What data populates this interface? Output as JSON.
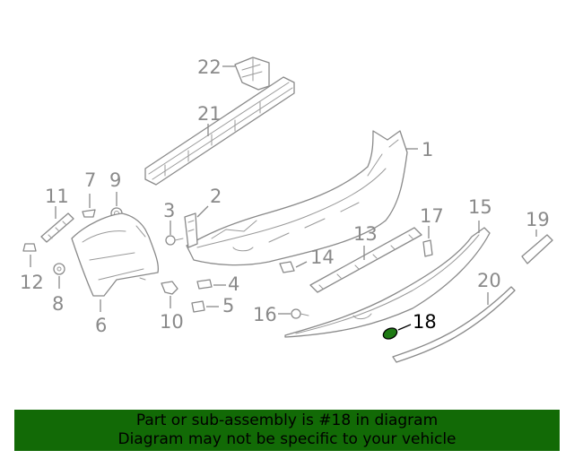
{
  "callouts": {
    "c1": "1",
    "c2": "2",
    "c3": "3",
    "c4": "4",
    "c5": "5",
    "c6": "6",
    "c7": "7",
    "c8": "8",
    "c9": "9",
    "c10": "10",
    "c11": "11",
    "c12": "12",
    "c13": "13",
    "c14": "14",
    "c15": "15",
    "c16": "16",
    "c17": "17",
    "c18": "18",
    "c19": "19",
    "c20": "20",
    "c21": "21",
    "c22": "22"
  },
  "highlight": {
    "part": "18",
    "color": "#1e7a14"
  },
  "banner": {
    "line1": "Part or sub-assembly is #18 in diagram",
    "line2": "Diagram may not be specific to your vehicle",
    "background": "#126a06"
  }
}
